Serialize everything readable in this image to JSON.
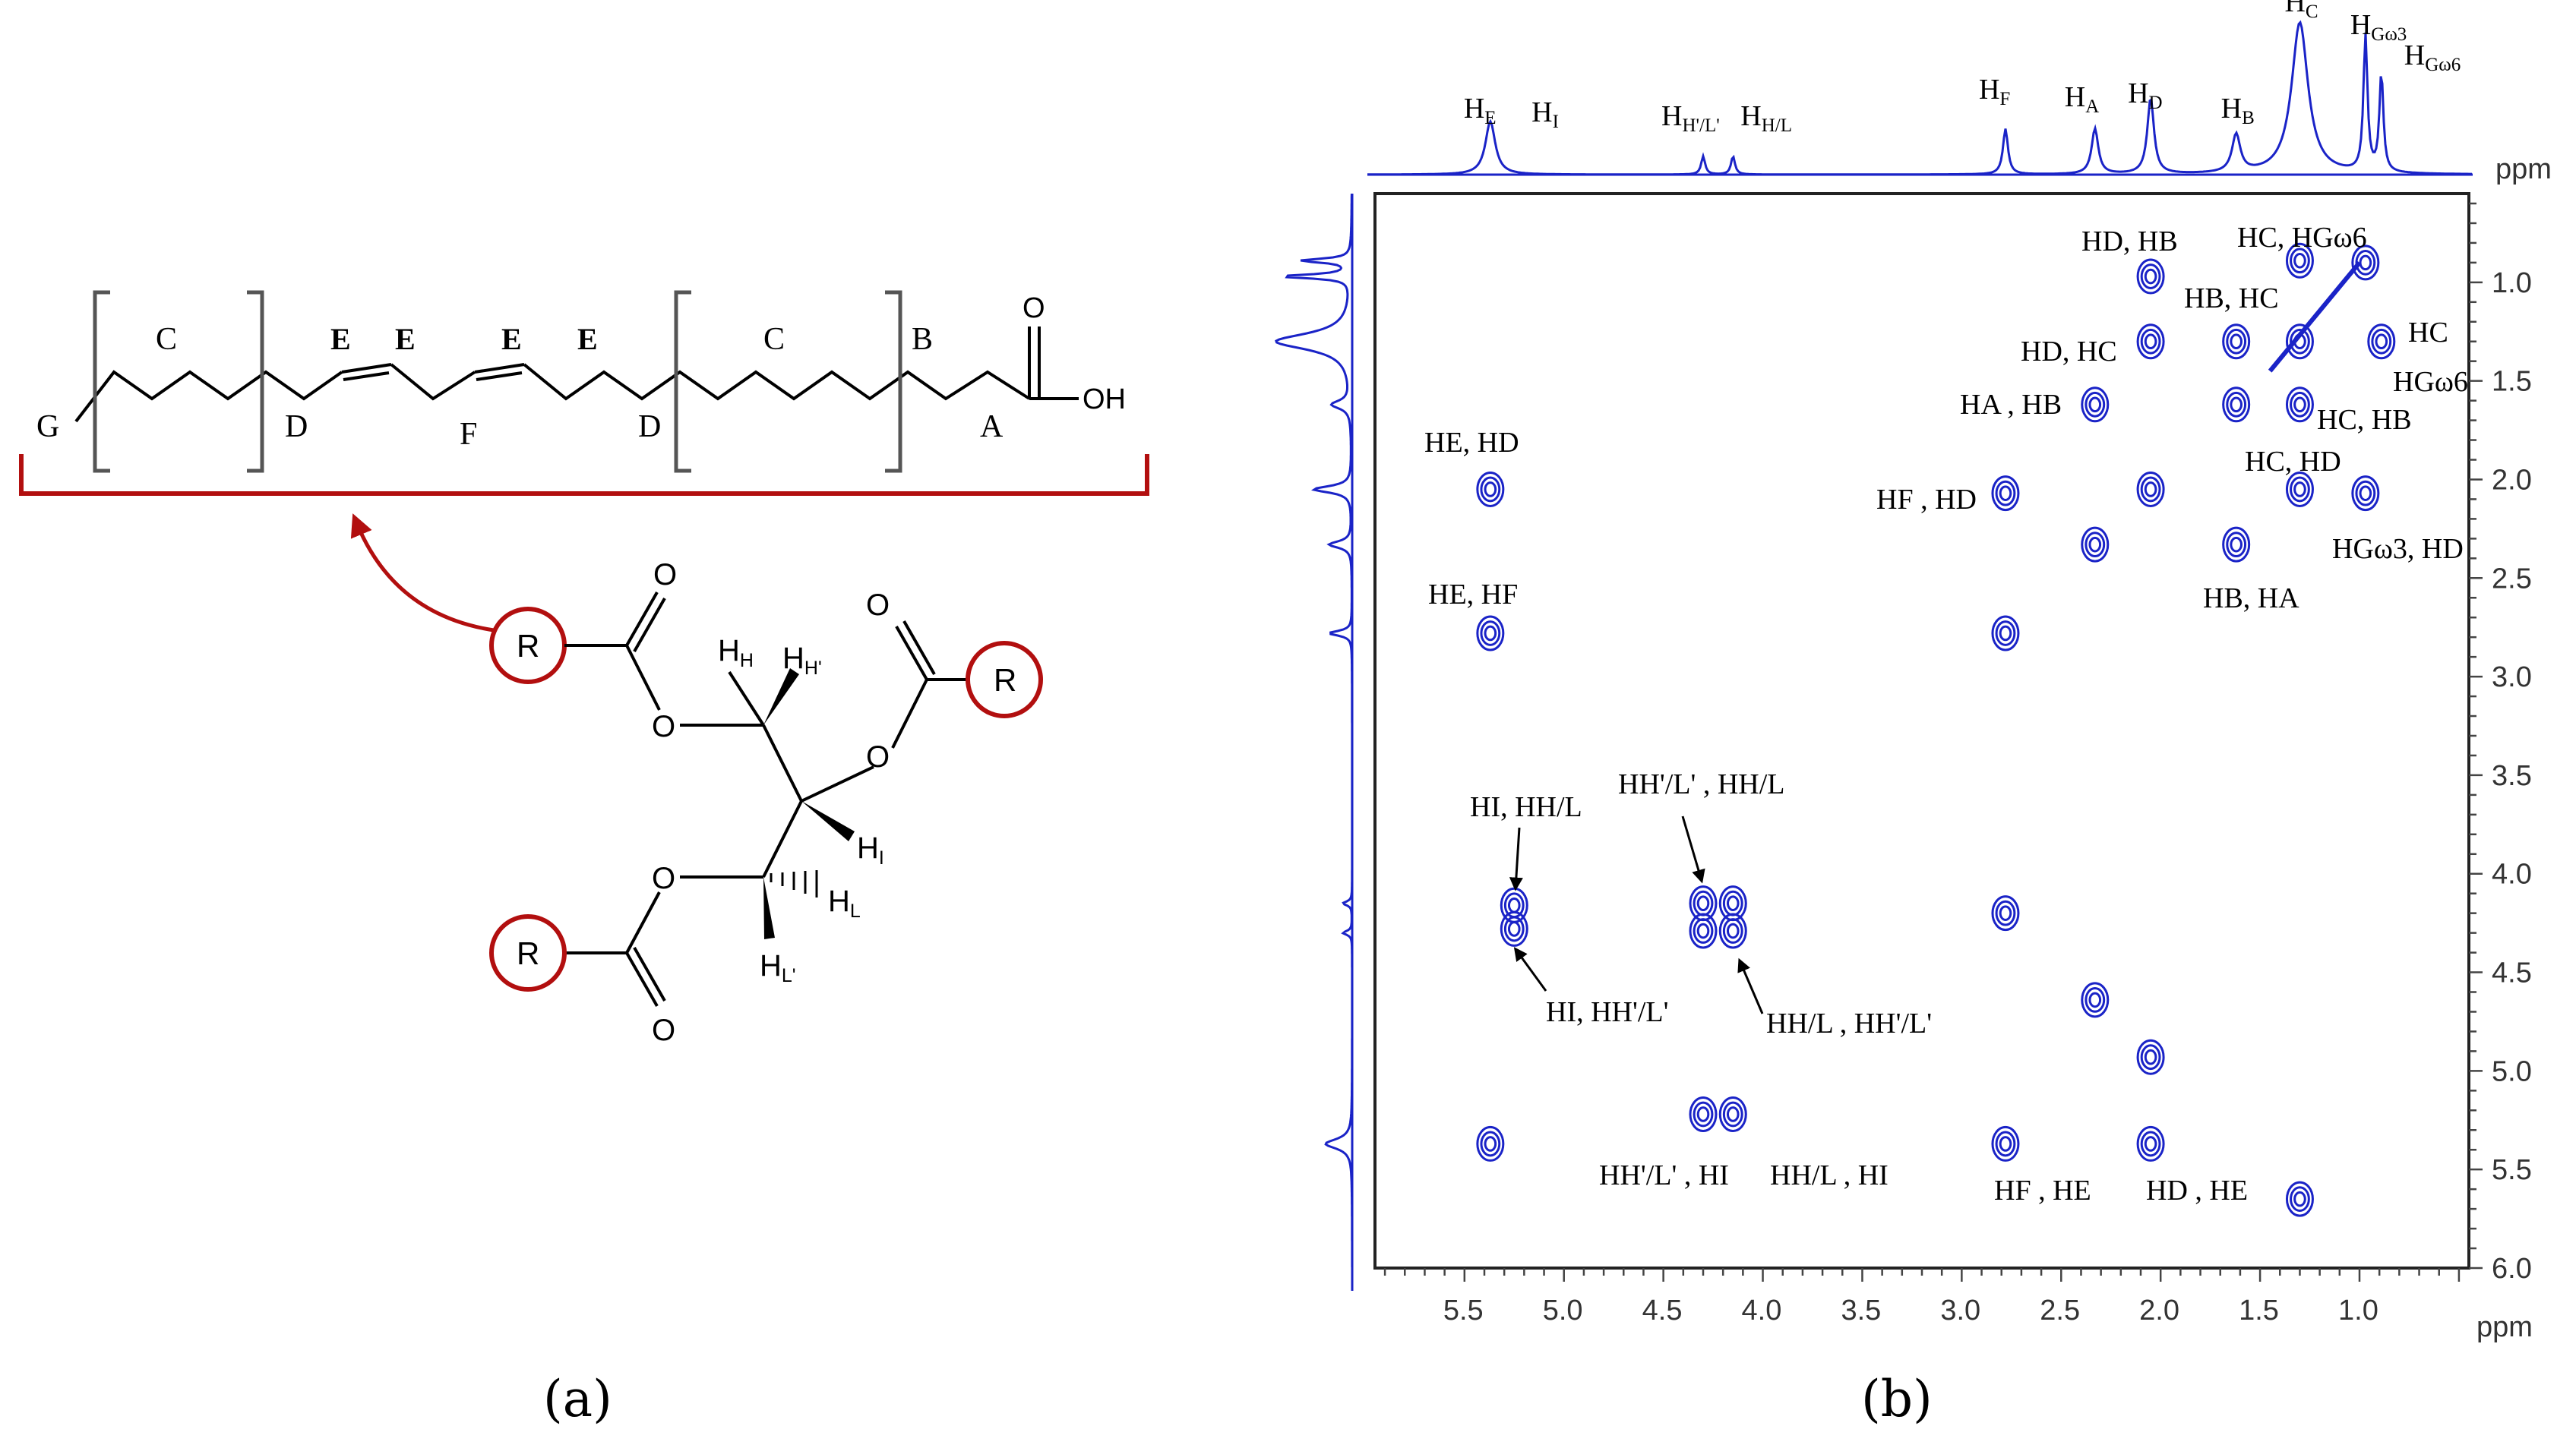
{
  "panels": {
    "a": "(a)",
    "b": "(b)"
  },
  "structure": {
    "fatty_acid": {
      "end_label": "G",
      "segment_labels": [
        "C",
        "E",
        "E",
        "E",
        "E",
        "C",
        "B",
        "D",
        "F",
        "D",
        "A"
      ],
      "oh_label": "OH",
      "carbonyl_o": "O"
    },
    "glycerol": {
      "r_groups": [
        "R",
        "R",
        "R"
      ],
      "oxygens": [
        "O",
        "O",
        "O",
        "O",
        "O",
        "O"
      ],
      "hydrogens": [
        {
          "main": "H",
          "sub": "H"
        },
        {
          "main": "H",
          "sub": "H'"
        },
        {
          "main": "H",
          "sub": "I"
        },
        {
          "main": "H",
          "sub": "L"
        },
        {
          "main": "H",
          "sub": "L'"
        }
      ]
    },
    "colors": {
      "highlight": "#b20f0f",
      "bond": "#000000"
    }
  },
  "chart_data": {
    "type": "heatmap",
    "title": "",
    "xlabel": "ppm",
    "ylabel": "ppm",
    "xlim": [
      5.95,
      0.45
    ],
    "ylim": [
      0.55,
      6.0
    ],
    "x_ticks": [
      "5.5",
      "5.0",
      "4.5",
      "4.0",
      "3.5",
      "3.0",
      "2.5",
      "2.0",
      "1.5",
      "1.0"
    ],
    "y_ticks": [
      "1.0",
      "1.5",
      "2.0",
      "2.5",
      "3.0",
      "3.5",
      "4.0",
      "4.5",
      "5.0",
      "5.5",
      "6.0"
    ],
    "color": "#1a23c7",
    "projection_peaks": [
      {
        "main": "H",
        "sub": "E",
        "ppm": 5.37
      },
      {
        "main": "H",
        "sub": "I",
        "ppm": 5.22
      },
      {
        "main": "H",
        "sub": "H'/L'",
        "ppm": 4.3
      },
      {
        "main": "H",
        "sub": "H/L",
        "ppm": 4.15
      },
      {
        "main": "H",
        "sub": "F",
        "ppm": 2.78
      },
      {
        "main": "H",
        "sub": "A",
        "ppm": 2.33
      },
      {
        "main": "H",
        "sub": "D",
        "ppm": 2.05
      },
      {
        "main": "H",
        "sub": "B",
        "ppm": 1.62
      },
      {
        "main": "H",
        "sub": "C",
        "ppm": 1.3
      },
      {
        "main": "H",
        "sub": "Gω3",
        "ppm": 0.97
      },
      {
        "main": "H",
        "sub": "Gω6",
        "ppm": 0.89
      }
    ],
    "cross_peaks": [
      {
        "x": 2.05,
        "y": 0.97
      },
      {
        "x": 1.3,
        "y": 0.89
      },
      {
        "x": 0.97,
        "y": 0.9
      },
      {
        "x": 2.05,
        "y": 1.3
      },
      {
        "x": 1.62,
        "y": 1.3
      },
      {
        "x": 1.3,
        "y": 1.3
      },
      {
        "x": 0.89,
        "y": 1.3
      },
      {
        "x": 2.33,
        "y": 1.62
      },
      {
        "x": 1.62,
        "y": 1.62
      },
      {
        "x": 1.3,
        "y": 1.62
      },
      {
        "x": 5.37,
        "y": 2.05
      },
      {
        "x": 2.05,
        "y": 2.05
      },
      {
        "x": 1.3,
        "y": 2.05
      },
      {
        "x": 0.97,
        "y": 2.07
      },
      {
        "x": 2.78,
        "y": 2.07
      },
      {
        "x": 2.33,
        "y": 2.33
      },
      {
        "x": 1.62,
        "y": 2.33
      },
      {
        "x": 5.37,
        "y": 2.78
      },
      {
        "x": 2.78,
        "y": 2.78
      },
      {
        "x": 5.25,
        "y": 4.16
      },
      {
        "x": 5.25,
        "y": 4.28
      },
      {
        "x": 4.3,
        "y": 4.15
      },
      {
        "x": 4.15,
        "y": 4.15
      },
      {
        "x": 4.3,
        "y": 4.29
      },
      {
        "x": 4.15,
        "y": 4.29
      },
      {
        "x": 2.78,
        "y": 4.2
      },
      {
        "x": 2.33,
        "y": 4.64
      },
      {
        "x": 2.05,
        "y": 4.93
      },
      {
        "x": 5.37,
        "y": 5.37
      },
      {
        "x": 4.3,
        "y": 5.22
      },
      {
        "x": 4.15,
        "y": 5.22
      },
      {
        "x": 2.78,
        "y": 5.37
      },
      {
        "x": 2.05,
        "y": 5.37
      },
      {
        "x": 1.3,
        "y": 5.65
      }
    ],
    "annotations": [
      "HD, HB",
      "HC, HGω6",
      "HB, HC",
      "HD, HC",
      "HC",
      "HGω6",
      "HA , HB",
      "HC, HB",
      "HE, HD",
      "HF , HD",
      "HC, HD",
      "HGω3, HD",
      "HE, HF",
      "HB, HA",
      "HI, HH/L",
      "HH'/L' , HH/L",
      "HI, HH'/L'",
      "HH/L , HH'/L'",
      "HH'/L' , HI",
      "HH/L , HI",
      "HF , HE",
      "HD , HE"
    ]
  }
}
